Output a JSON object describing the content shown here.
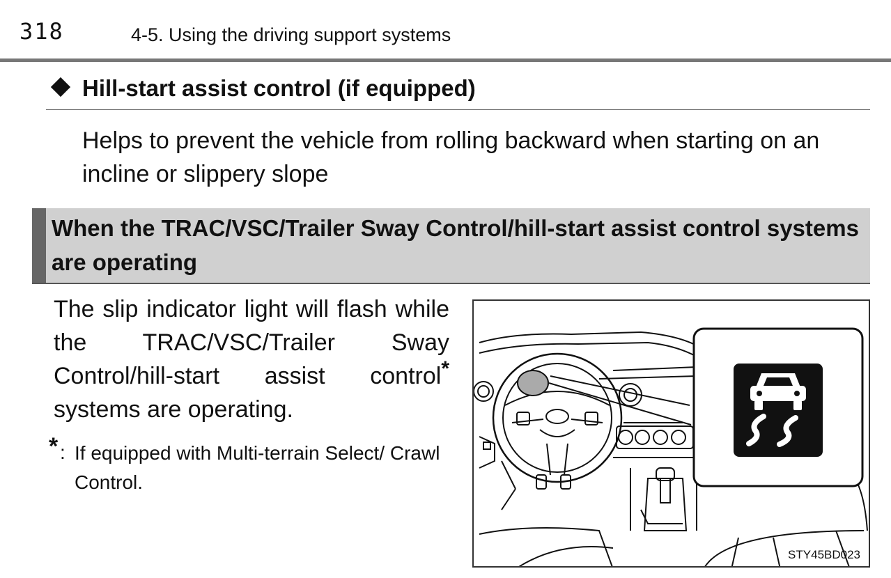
{
  "header": {
    "page_number": "318",
    "running_head": "4-5. Using the driving support systems"
  },
  "section": {
    "bullet_icon": "diamond-bullet-icon",
    "title": "Hill-start assist control (if equipped)",
    "body": "Helps to prevent the vehicle from rolling backward when starting on an incline or slippery slope"
  },
  "subsection": {
    "title": "When the TRAC/VSC/Trailer Sway Control/hill-start assist control systems are operating",
    "body_main": "The slip indicator light will flash while the TRAC/VSC/Trailer Sway Control/hill-start assist control",
    "body_mark": "*",
    "body_end": "systems are operating.",
    "note_mark": "*",
    "note_colon": ":",
    "note_text": "If equipped with Multi-terrain Select/ Crawl Control."
  },
  "figure": {
    "code": "STY45BD023",
    "indicator_icon": "slip-indicator-icon",
    "colors": {
      "line": "#111111",
      "indicator_bg": "#111111",
      "indicator_fg": "#ffffff"
    }
  }
}
